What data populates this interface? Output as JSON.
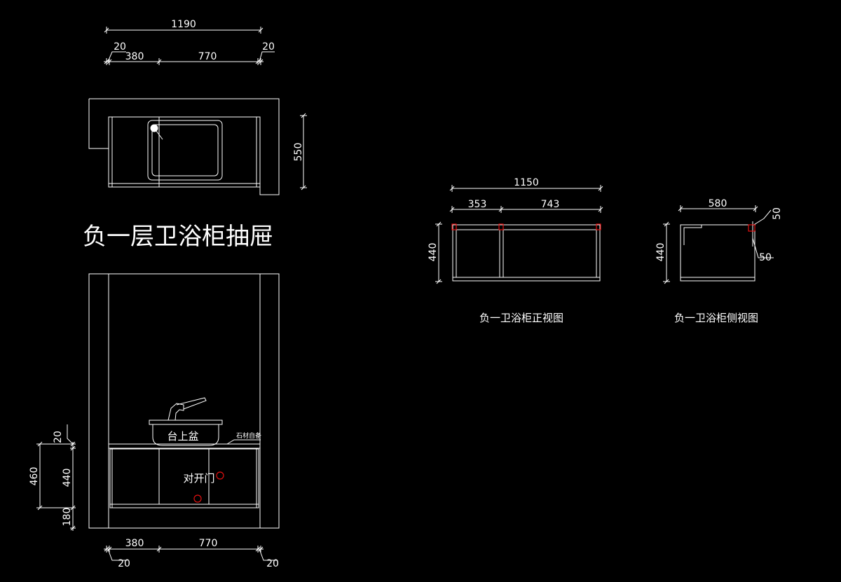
{
  "plan_view": {
    "dims": {
      "overall": "1190",
      "left_gap": "20",
      "left_section": "380",
      "right_section": "770",
      "right_gap": "20",
      "depth": "550"
    }
  },
  "drawer_title": "负一层卫浴柜抽屉",
  "elevation_view": {
    "basin_label": "台上盆",
    "stone_note": "石材自备",
    "door_label": "对开门",
    "dims": {
      "top_gap": "20",
      "total_height": "460",
      "cabinet_height": "440",
      "plinth_height": "180",
      "left_section": "380",
      "right_section": "770",
      "left_gap": "20",
      "right_gap": "20"
    }
  },
  "front_view": {
    "title": "负一卫浴柜正视图",
    "dims": {
      "overall": "1150",
      "left_section": "353",
      "right_section": "743",
      "height": "440"
    }
  },
  "side_view": {
    "title": "负一卫浴柜侧视图",
    "dims": {
      "depth": "580",
      "height": "440",
      "top_offset": "50",
      "lower_offset": "50"
    }
  },
  "colors": {
    "background": "#000000",
    "line": "#ffffff",
    "marker": "#e01010"
  }
}
